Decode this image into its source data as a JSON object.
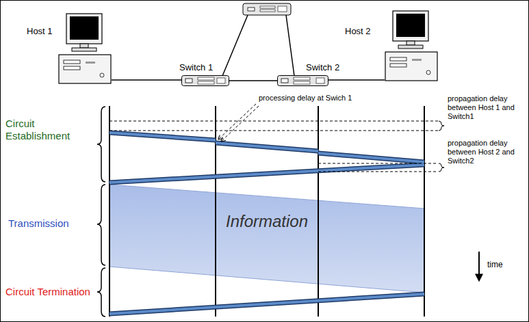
{
  "diagram": {
    "nodes": [
      {
        "text": [
          "Host 1"
        ]
      },
      {
        "text": [
          "Switch 1"
        ]
      },
      {
        "text": [
          "Switch 2"
        ]
      },
      {
        "text": [
          "Host 2"
        ]
      }
    ],
    "edges": [
      {
        "from": 0,
        "to": 1,
        "arrow": "none"
      },
      {
        "from": 1,
        "to": 2,
        "arrow": "none"
      },
      {
        "from": 2,
        "to": 3,
        "arrow": "none"
      }
    ],
    "labels": [
      "processing delay at Swich 1",
      "propagation delay between Host 1 and Switch1",
      "Circuit Establishment",
      "propagation delay between Host 2 and Switch2",
      "Transmission",
      "Information",
      "time",
      "Circuit Termination"
    ]
  }
}
